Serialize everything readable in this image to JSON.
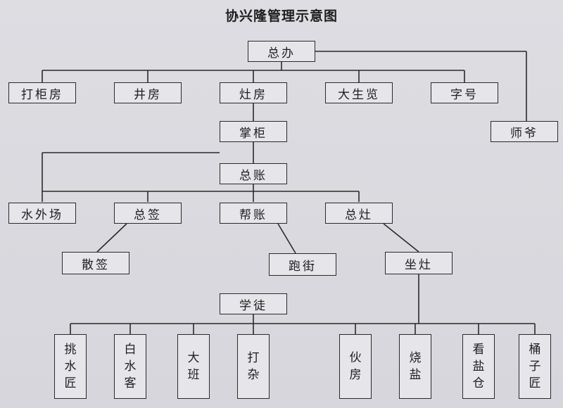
{
  "title": "协兴隆管理示意图",
  "nodes": {
    "zongban": "总办",
    "daguifang": "打柜房",
    "jingfang": "井房",
    "zaofang": "灶房",
    "dashenglan": "大生览",
    "zihao": "字号",
    "shiye": "师爷",
    "zhanggui": "掌柜",
    "zongzhang": "总账",
    "shuiwaichang": "水外场",
    "zongqian": "总签",
    "bangzhang": "帮账",
    "zongzao": "总灶",
    "sanqian": "散签",
    "paojie": "跑街",
    "zuozao": "坐灶",
    "xuetu": "学徒",
    "tiaoshuijiang": "挑水匠",
    "baishuike": "白水客",
    "daban": "大班",
    "daza": "打杂",
    "huofang": "伙房",
    "shaoyan": "烧盐",
    "kanyancang": "看盐仓",
    "tongzijiang": "桶子匠"
  }
}
